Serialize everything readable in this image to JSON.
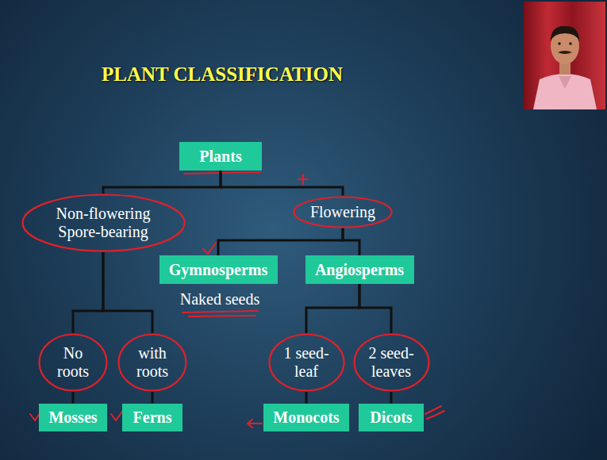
{
  "diagram": {
    "title": "PLANT CLASSIFICATION",
    "nodes": [
      {
        "text": [
          "Plants"
        ]
      },
      {
        "text": [
          "Non-flowering Spore-bearing"
        ]
      },
      {
        "text": [
          "Flowering"
        ]
      },
      {
        "text": [
          "Gymnosperms"
        ]
      },
      {
        "text": [
          "Angiosperms"
        ]
      },
      {
        "text": [
          "No roots"
        ]
      },
      {
        "text": [
          "with roots"
        ]
      },
      {
        "text": [
          "1 seed- leaf"
        ]
      },
      {
        "text": [
          "2 seed- leaves"
        ]
      },
      {
        "text": [
          "Mosses"
        ]
      },
      {
        "text": [
          "Ferns"
        ]
      },
      {
        "text": [
          "Monocots"
        ]
      },
      {
        "text": [
          "Dicots"
        ]
      }
    ],
    "edges": [
      {
        "from": 0,
        "to": 1,
        "arrow": "none"
      },
      {
        "from": 0,
        "to": 2,
        "arrow": "none"
      },
      {
        "from": 2,
        "to": 3,
        "arrow": "none"
      },
      {
        "from": 2,
        "to": 4,
        "arrow": "none"
      },
      {
        "from": 1,
        "to": 5,
        "arrow": "none"
      },
      {
        "from": 1,
        "to": 6,
        "arrow": "none"
      },
      {
        "from": 4,
        "to": 7,
        "arrow": "none"
      },
      {
        "from": 4,
        "to": 8,
        "arrow": "none"
      },
      {
        "from": 5,
        "to": 9,
        "arrow": "none"
      },
      {
        "from": 6,
        "to": 10,
        "arrow": "none"
      },
      {
        "from": 7,
        "to": 11,
        "arrow": "none"
      },
      {
        "from": 8,
        "to": 12,
        "arrow": "none"
      }
    ],
    "labels": [
      "Naked seeds"
    ]
  }
}
